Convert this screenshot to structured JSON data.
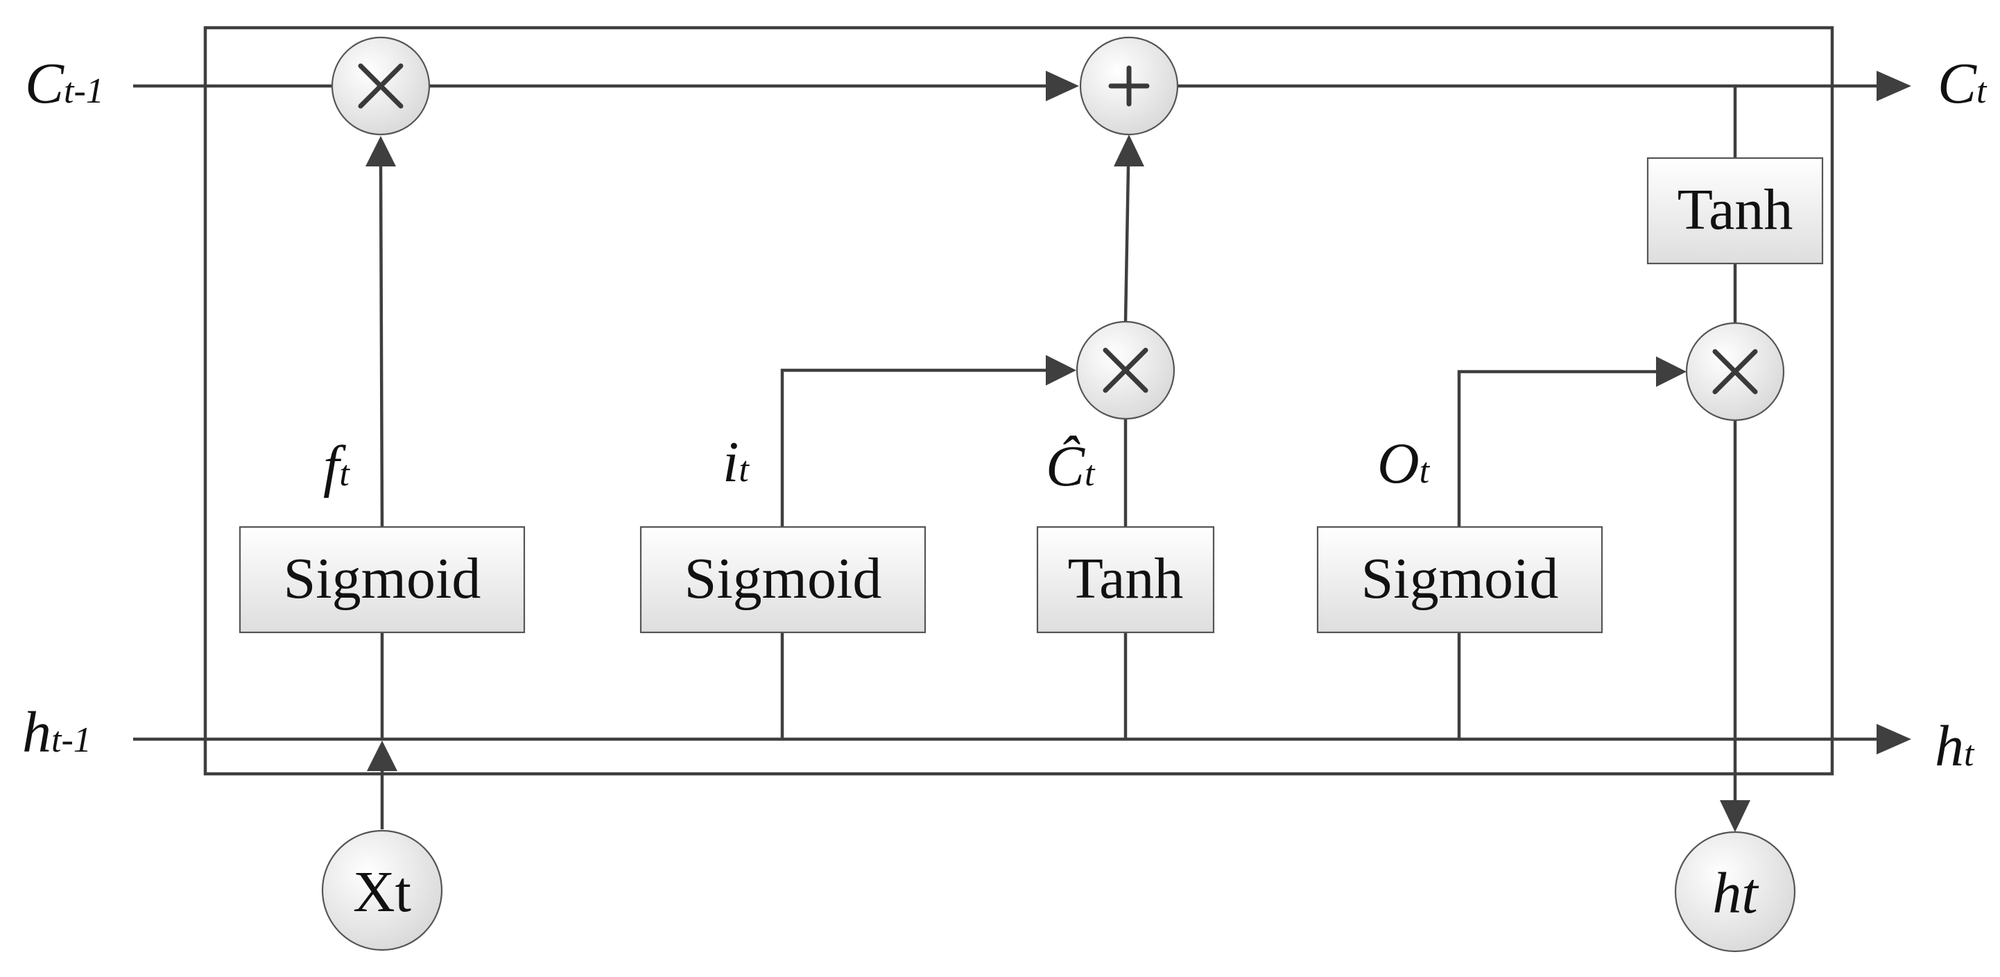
{
  "io_labels": {
    "c_prev": {
      "main": "C",
      "sub": "t-1"
    },
    "c_next": {
      "main": "C",
      "sub": "t"
    },
    "h_prev": {
      "main": "h",
      "sub": "t-1"
    },
    "h_next": {
      "main": "h",
      "sub": "t"
    }
  },
  "gates": {
    "forget": {
      "box": "Sigmoid",
      "main": "f",
      "sub": "t"
    },
    "input": {
      "box": "Sigmoid",
      "main": "i",
      "sub": "t"
    },
    "candidate": {
      "box": "Tanh",
      "main": "Ĉ",
      "sub": "t"
    },
    "output": {
      "box": "Sigmoid",
      "main": "O",
      "sub": "t"
    },
    "cell_tanh": {
      "box": "Tanh"
    }
  },
  "operators": {
    "multiply": "×",
    "add": "+"
  },
  "nodes": {
    "input_x": {
      "main": "X",
      "sub": "t"
    },
    "output_h": {
      "main": "h",
      "sub": "t"
    }
  },
  "colors": {
    "line": "#3f3f3f",
    "fill_light": "#ffffff",
    "fill_shade": "#dcdcdc"
  }
}
